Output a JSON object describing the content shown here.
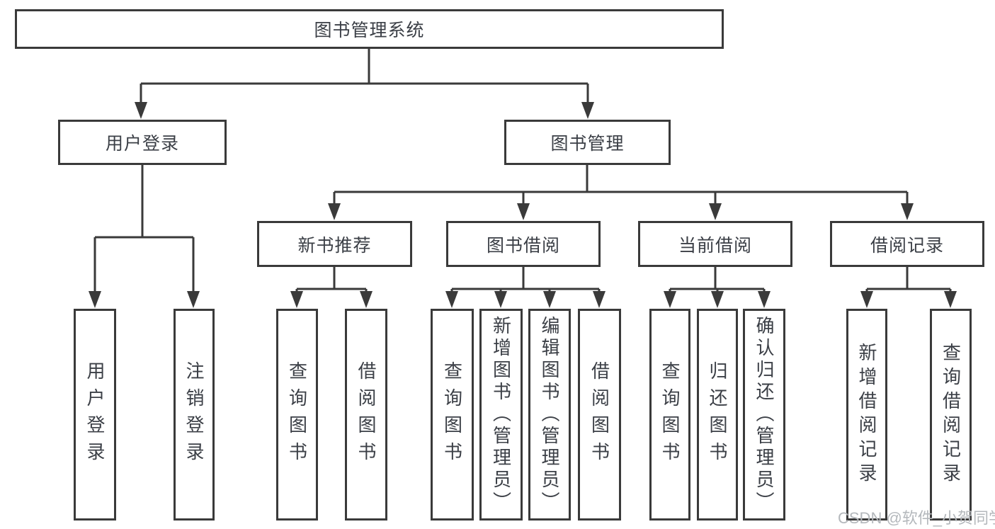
{
  "diagram": {
    "root": "图书管理系统",
    "level2": {
      "user_login": "用户登录",
      "book_management": "图书管理"
    },
    "level3": [
      "新书推荐",
      "图书借阅",
      "当前借阅",
      "借阅记录"
    ],
    "leaves": {
      "user_login": [
        "用户登录",
        "注销登录"
      ],
      "new_book_recommend": [
        "查询图书",
        "借阅图书"
      ],
      "book_borrow": [
        "查询图书",
        "新增图书（管理员）",
        "编辑图书（管理员）",
        "借阅图书"
      ],
      "current_borrow": [
        "查询图书",
        "归还图书",
        "确认归还（管理员）"
      ],
      "borrow_records": [
        "新增借阅记录",
        "查询借阅记录"
      ]
    }
  },
  "watermark": "CSDN @软件_小贺同学",
  "colors": {
    "line": "#3a3a3a",
    "box_border": "#3a3a3a",
    "text": "#3b3f46",
    "background": "#ffffff",
    "watermark": "#b4b8bc"
  }
}
